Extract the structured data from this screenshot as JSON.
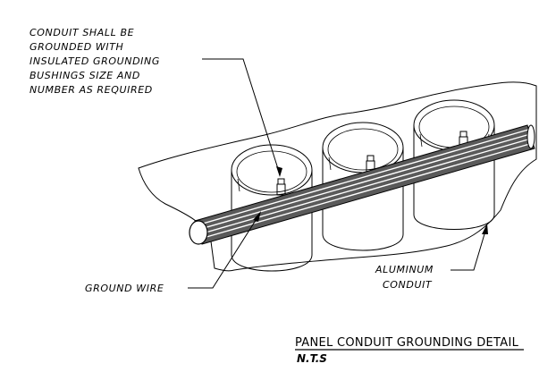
{
  "note": {
    "lines": [
      "CONDUIT SHALL BE",
      "GROUNDED WITH",
      "INSULATED GROUNDING",
      "BUSHINGS SIZE AND",
      "NUMBER AS REQUIRED"
    ]
  },
  "labels": {
    "ground_wire": "GROUND WIRE",
    "aluminum_conduit": [
      "ALUMINUM",
      "CONDUIT"
    ]
  },
  "title": {
    "main": "PANEL CONDUIT GROUNDING DETAIL",
    "scale": "N.T.S"
  }
}
